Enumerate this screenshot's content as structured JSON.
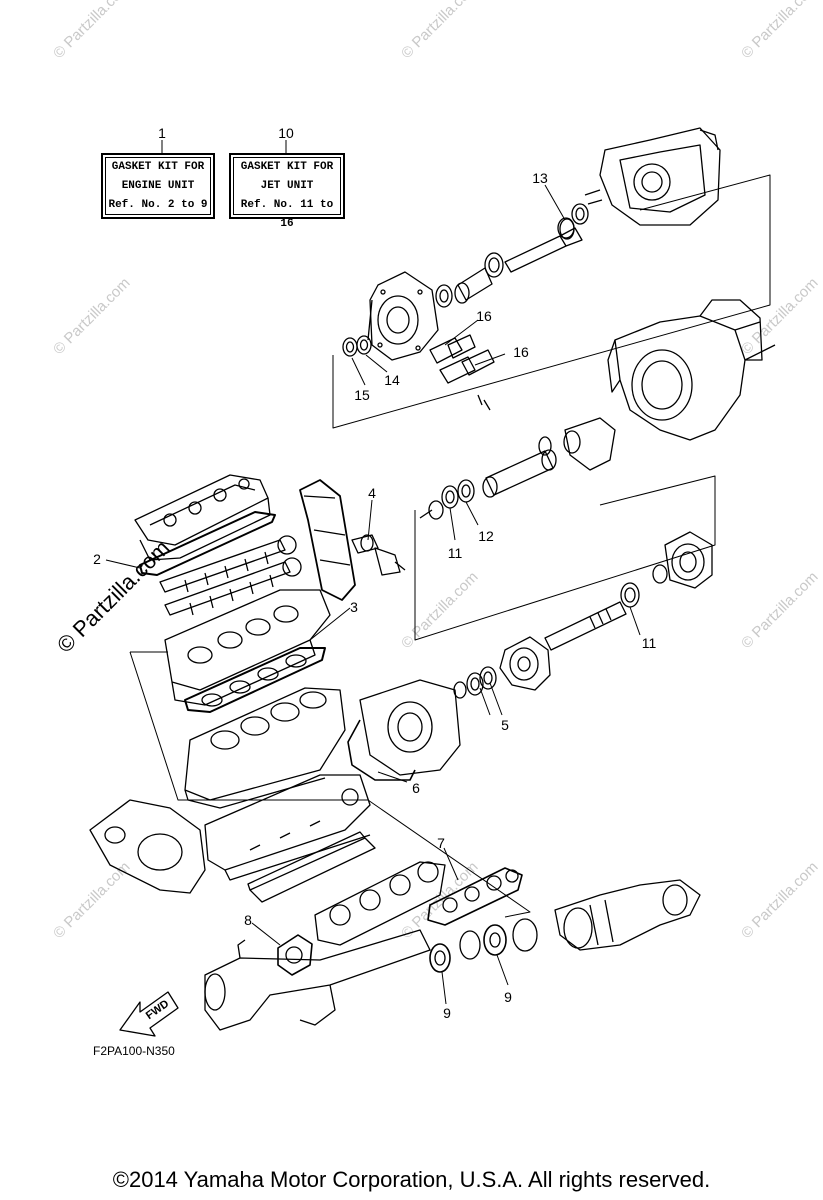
{
  "watermarks": {
    "small": "© Partzilla.com",
    "large": "© Partzilla.com"
  },
  "kits": [
    {
      "ref": "1",
      "line1": "GASKET KIT FOR",
      "line2": "ENGINE UNIT",
      "line3": "Ref. No. 2 to 9"
    },
    {
      "ref": "10",
      "line1": "GASKET KIT FOR",
      "line2": "JET UNIT",
      "line3": "Ref. No. 11 to 16"
    }
  ],
  "callouts": {
    "c2": "2",
    "c3": "3",
    "c4": "4",
    "c5": "5",
    "c6": "6",
    "c7": "7",
    "c8": "8",
    "c9a": "9",
    "c9b": "9",
    "c11a": "11",
    "c11b": "11",
    "c12": "12",
    "c13": "13",
    "c14": "14",
    "c15": "15",
    "c16a": "16",
    "c16b": "16"
  },
  "fwd_label": "FWD",
  "diagram_code": "F2PA100-N350",
  "copyright": "©2014  Yamaha Motor Corporation, U.S.A. All rights reserved."
}
